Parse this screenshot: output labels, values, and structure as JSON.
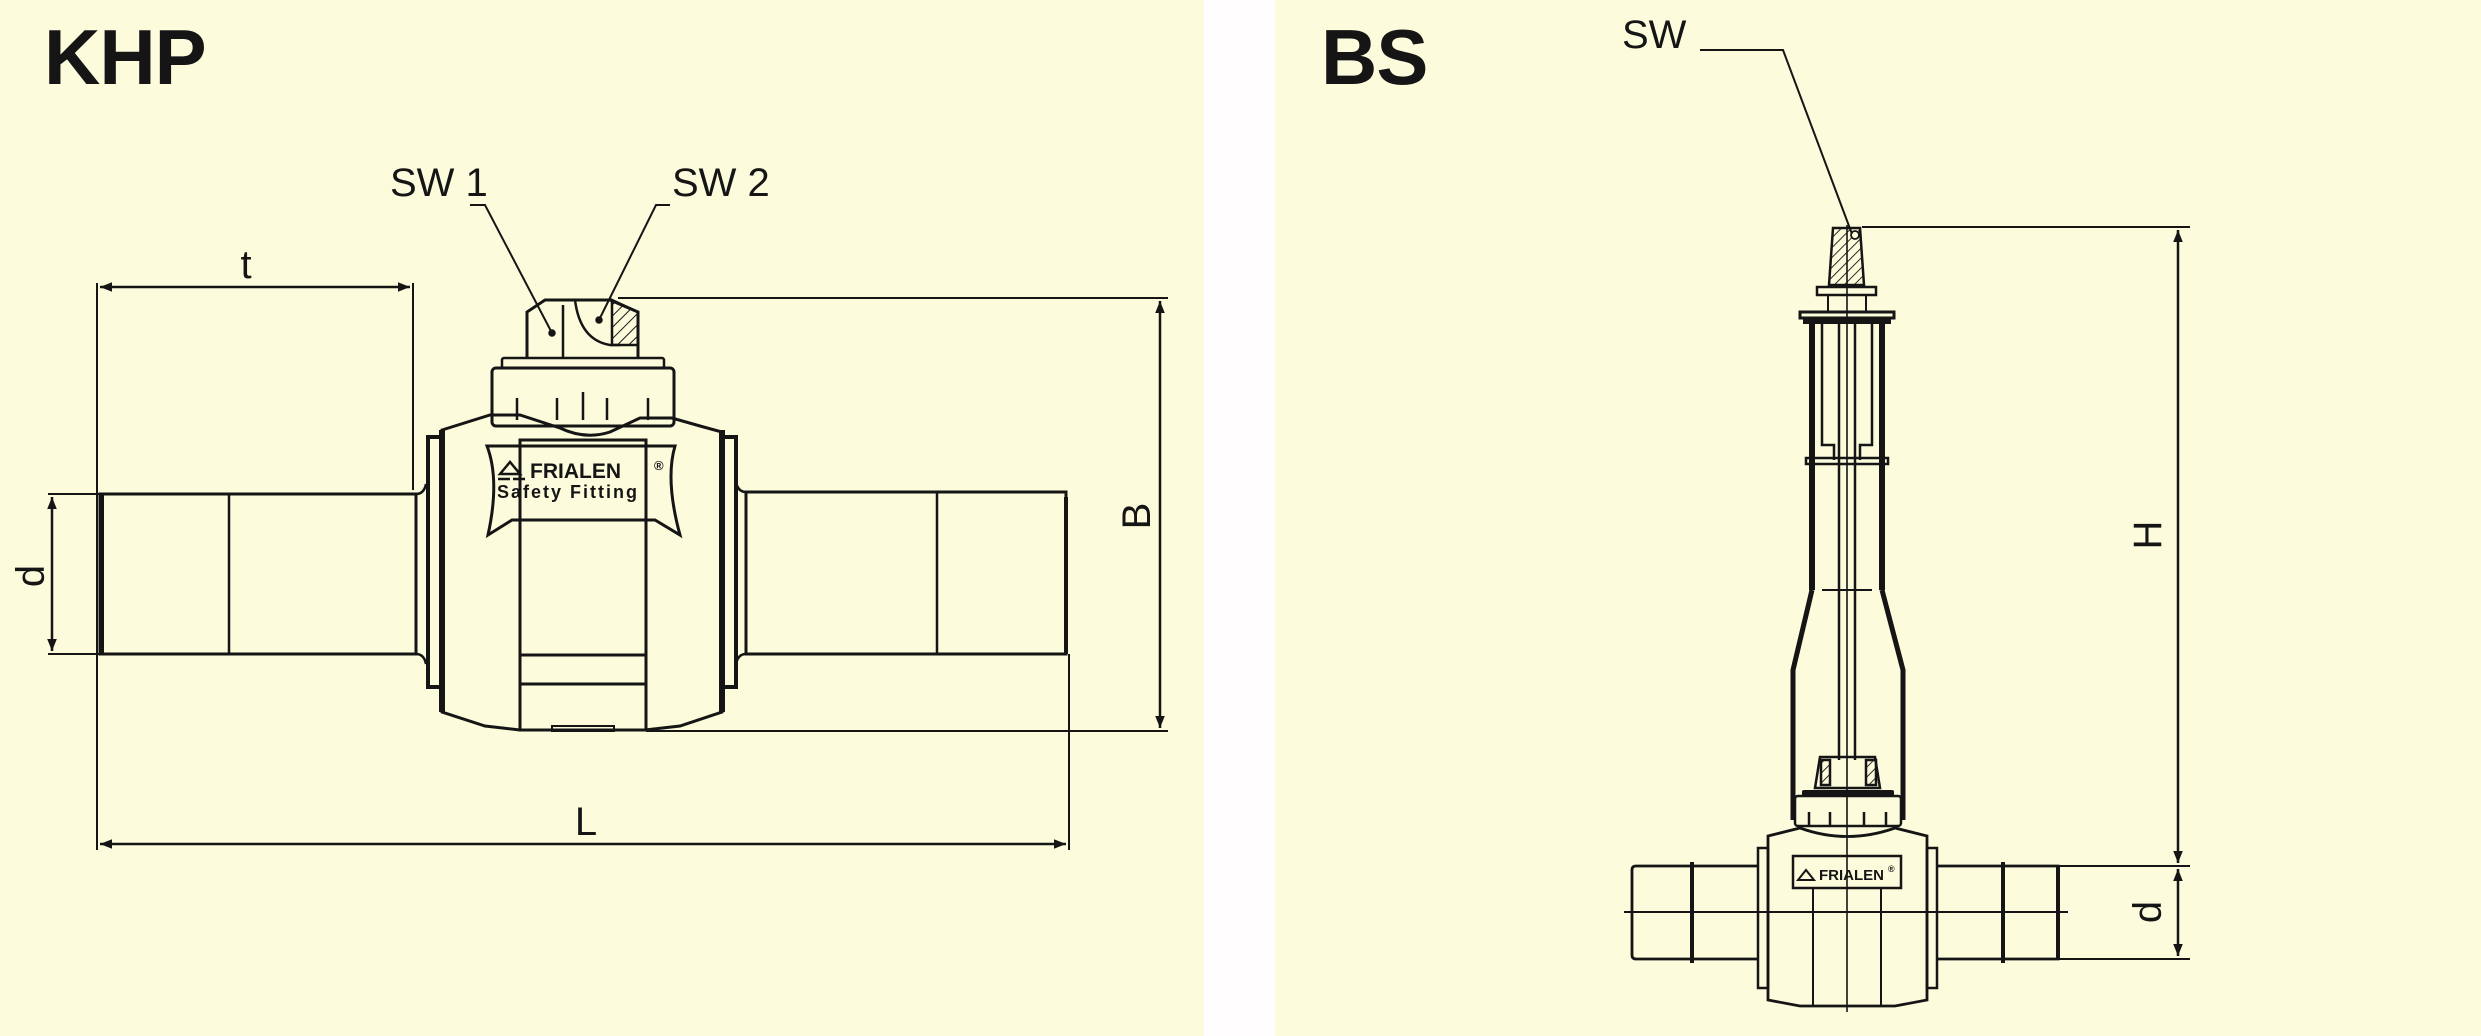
{
  "colors": {
    "background": "#fcfbdc",
    "divider": "#fffdfd",
    "ink": "#151515"
  },
  "khp": {
    "title": "KHP",
    "callouts": {
      "sw1": "SW 1",
      "sw2": "SW 2"
    },
    "dimensions": {
      "t": "t",
      "d": "d",
      "b": "B",
      "l": "L"
    },
    "label_plate": {
      "brand": "FRIALEN",
      "registered": "®",
      "subtitle": "Safety Fitting"
    }
  },
  "bs": {
    "title": "BS",
    "callouts": {
      "sw": "SW"
    },
    "dimensions": {
      "h": "H",
      "d": "d"
    },
    "label_plate": {
      "brand": "FRIALEN",
      "registered": "®"
    }
  }
}
